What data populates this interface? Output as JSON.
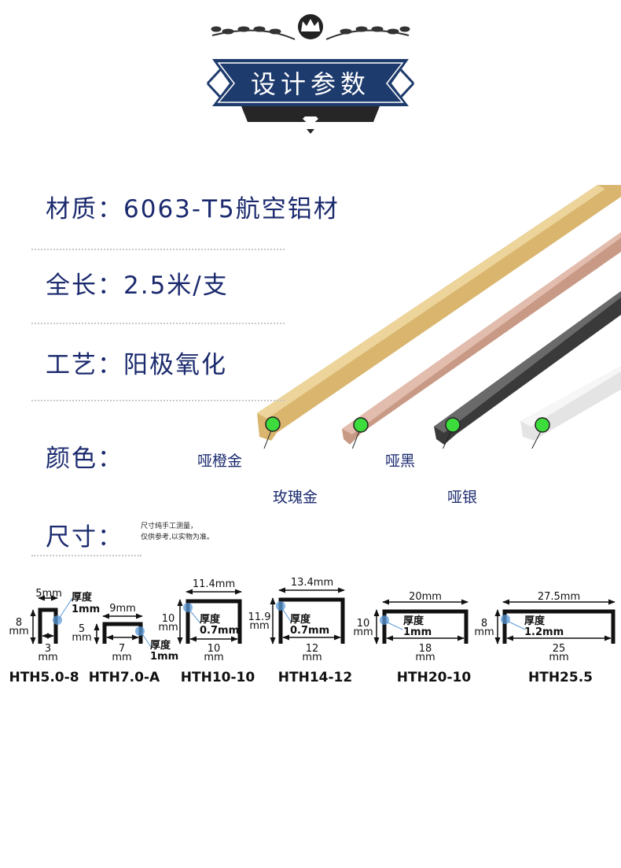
{
  "header": {
    "title": "设计参数",
    "icons": [
      "crown-icon",
      "laurel-icon",
      "diamond-icon"
    ]
  },
  "specs": [
    {
      "label": "材质：6063-T5航空铝材"
    },
    {
      "label": "全长：2.5米/支"
    },
    {
      "label": "工艺：阳极氧化"
    },
    {
      "label": "颜色："
    },
    {
      "label": "尺寸："
    }
  ],
  "size_note": [
    "尺寸纯手工测量，",
    "仅供参考,以实物为准。"
  ],
  "colors": [
    {
      "name": "哑橙金",
      "hex": "#d9b56e"
    },
    {
      "name": "玫瑰金",
      "hex": "#c89a86"
    },
    {
      "name": "哑黑",
      "hex": "#3a3a3a"
    },
    {
      "name": "哑银",
      "hex": "#e4e4e4"
    }
  ],
  "marker_color": "#3ddc3d",
  "text_color": "#1b2a6e",
  "profiles": [
    {
      "model": "HTH5.0-8",
      "top": "5mm",
      "height": [
        "8",
        "mm"
      ],
      "inner": [
        "3",
        "mm"
      ],
      "thickness": [
        "厚度",
        "1mm"
      ]
    },
    {
      "model": "HTH7.0-A",
      "top": "9mm",
      "height": [
        "5",
        "mm"
      ],
      "inner": [
        "7",
        "mm"
      ],
      "thickness": [
        "厚度",
        "1mm"
      ]
    },
    {
      "model": "HTH10-10",
      "top": "11.4mm",
      "height": [
        "10",
        "mm"
      ],
      "inner": [
        "10",
        "mm"
      ],
      "thickness": [
        "厚度",
        "0.7mm"
      ]
    },
    {
      "model": "HTH14-12",
      "top": "13.4mm",
      "height": [
        "11.9",
        "mm"
      ],
      "inner": [
        "12",
        "mm"
      ],
      "thickness": [
        "厚度",
        "0.7mm"
      ]
    },
    {
      "model": "HTH20-10",
      "top": "20mm",
      "height": [
        "10",
        "mm"
      ],
      "inner": [
        "18",
        "mm"
      ],
      "thickness": [
        "厚度",
        "1mm"
      ]
    },
    {
      "model": "HTH25.5",
      "top": "27.5mm",
      "height": [
        "8",
        "mm"
      ],
      "inner": [
        "25",
        "mm"
      ],
      "thickness": [
        "厚度",
        "1.2mm"
      ]
    }
  ]
}
